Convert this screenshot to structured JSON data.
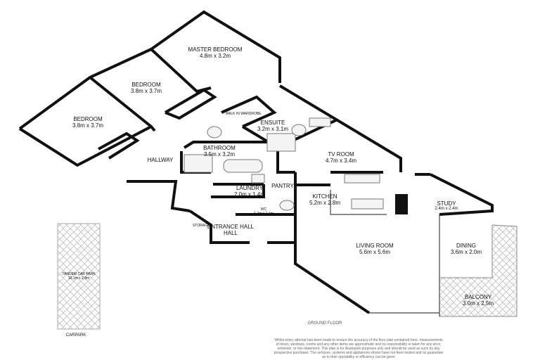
{
  "rooms": [
    {
      "name": "MASTER BEDROOM",
      "size": "4.8m x 3.2m"
    },
    {
      "name": "BEDROOM",
      "size": "3.8m x 3.7m"
    },
    {
      "name": "BEDROOM",
      "size": "3.8m x 3.7m"
    },
    {
      "name": "WALK IN WARDROBE",
      "size": ""
    },
    {
      "name": "ENSUITE",
      "size": "3.2m x 3.1m"
    },
    {
      "name": "BATHROOM",
      "size": "3.5m x 3.2m"
    },
    {
      "name": "HALLWAY",
      "size": ""
    },
    {
      "name": "TV ROOM",
      "size": "4.7m x 3.4m"
    },
    {
      "name": "LAUNDRY",
      "size": "2.0m x 1.4m"
    },
    {
      "name": "PANTRY",
      "size": ""
    },
    {
      "name": "KITCHEN",
      "size": "5.2m x 2.8m"
    },
    {
      "name": "STUDY",
      "size": "2.4m x 2.4m"
    },
    {
      "name": "WC",
      "size": "1.7m x 1.1m"
    },
    {
      "name": "STORAGE",
      "size": ""
    },
    {
      "name": "ENTRANCE HALL",
      "size": ""
    },
    {
      "name": "LIVING ROOM",
      "size": "5.6m x 5.6m"
    },
    {
      "name": "DINING",
      "size": "3.6m x 2.0m"
    },
    {
      "name": "BALCONY",
      "size": "3.0m x 2.5m"
    },
    {
      "name": "TANDEM CAR PARK",
      "size": "10.1m x 2.8m"
    }
  ],
  "carpark_label": "CARPARK",
  "floor_label": "GROUND FLOOR",
  "disclaimer": [
    "Whilst every attempt has been made to ensure the accuracy of the floor plan contained here, measurements",
    "of doors, windows, rooms and any other items are approximate and no responsibility is taken for any error,",
    "omission, or mis-statement. This plan is for illustrative purposes only and should be used as such by any",
    "prospective purchaser. The services, systems and appliances shown have not been tested and no guarantee",
    "as to their operability or efficiency can be given"
  ]
}
